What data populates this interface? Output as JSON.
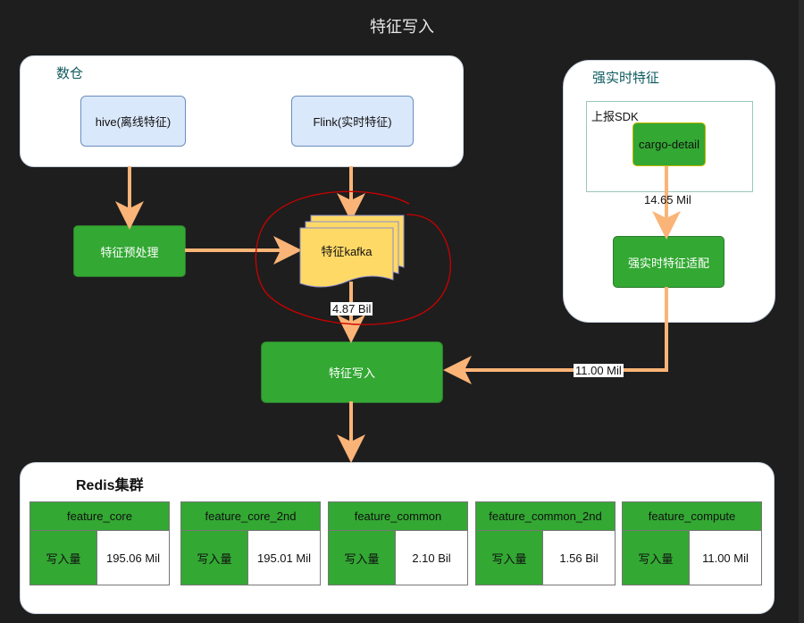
{
  "title": "特征写入",
  "warehouse": {
    "label": "数仓",
    "hive": "hive(离线特征)",
    "flink": "Flink(实时特征)"
  },
  "preprocess": "特征预处理",
  "kafka": "特征kafka",
  "kafka_edge_label": "4.87 Bil",
  "writer": "特征写入",
  "realtime": {
    "label": "强实时特征",
    "sdk_label": "上报SDK",
    "cargo": "cargo-detail",
    "cargo_edge_label": "14.65 Mil",
    "adapter": "强实时特征适配",
    "adapter_edge_label": "11.00 Mil"
  },
  "redis": {
    "label": "Redis集群",
    "row_key": "写入量",
    "tables": [
      {
        "name": "feature_core",
        "value": "195.06 Mil"
      },
      {
        "name": "feature_core_2nd",
        "value": "195.01 Mil"
      },
      {
        "name": "feature_common",
        "value": "2.10 Bil"
      },
      {
        "name": "feature_common_2nd",
        "value": "1.56 Bil"
      },
      {
        "name": "feature_compute",
        "value": "11.00 Mil"
      }
    ]
  },
  "colors": {
    "arrow": "#fbb477",
    "green": "#33a833",
    "annotation": "#cc0000",
    "kafka_fill": "#ffd966"
  }
}
